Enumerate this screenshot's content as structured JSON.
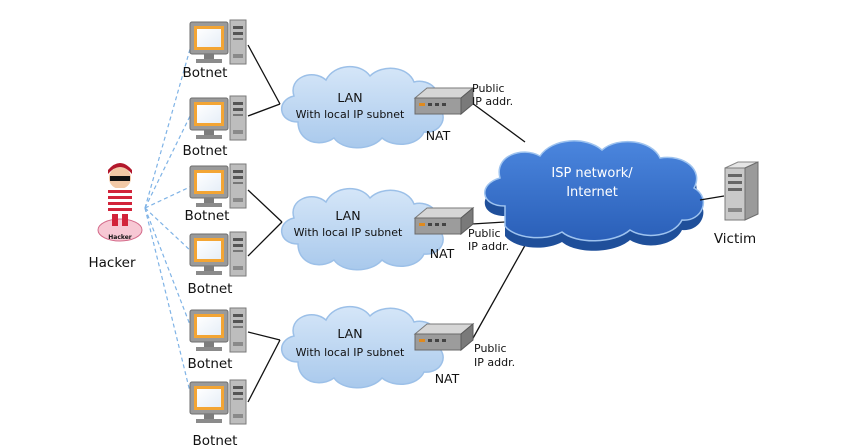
{
  "hacker": {
    "label": "Hacker",
    "badge": "Hacker"
  },
  "botnets": [
    {
      "label": "Botnet"
    },
    {
      "label": "Botnet"
    },
    {
      "label": "Botnet"
    },
    {
      "label": "Botnet"
    },
    {
      "label": "Botnet"
    },
    {
      "label": "Botnet"
    }
  ],
  "lans": [
    {
      "title": "LAN",
      "subtitle": "With local IP subnet"
    },
    {
      "title": "LAN",
      "subtitle": "With local IP subnet"
    },
    {
      "title": "LAN",
      "subtitle": "With local IP subnet"
    }
  ],
  "nats": [
    {
      "label": "NAT",
      "public_line1": "Public",
      "public_line2": "IP addr."
    },
    {
      "label": "NAT",
      "public_line1": "Public",
      "public_line2": "IP addr."
    },
    {
      "label": "NAT",
      "public_line1": "Public",
      "public_line2": "IP addr."
    }
  ],
  "isp": {
    "line1": "ISP network/",
    "line2": "Internet"
  },
  "victim": {
    "label": "Victim"
  },
  "colors": {
    "lan_cloud": "#b8d4f0",
    "lan_cloud_stroke": "#7aa7d6",
    "isp_cloud": "#2f6cc9",
    "isp_cloud_dark": "#1f4f9a",
    "dashed_link": "#7fb3e6",
    "hacker_stripes": "#d2233a",
    "monitor_frame": "#8a8a8a",
    "monitor_screen": "#f5a623"
  }
}
